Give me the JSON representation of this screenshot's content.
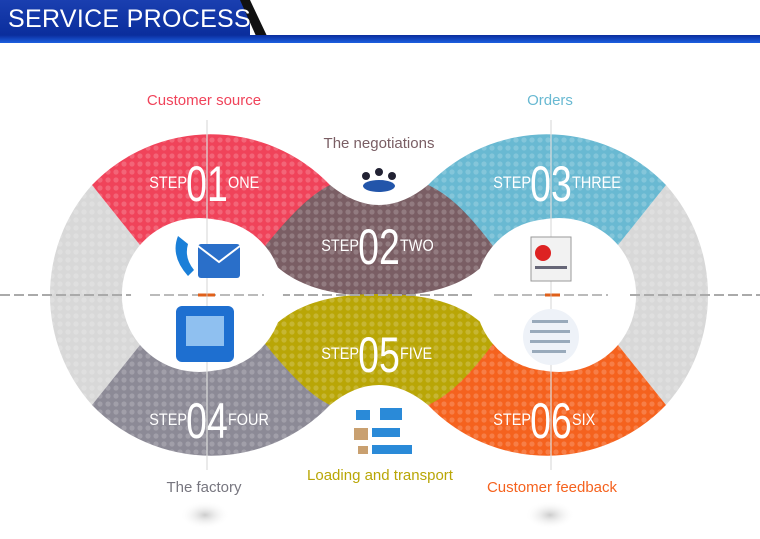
{
  "header": {
    "title": "SERVICE PROCESS"
  },
  "colors": {
    "step1": "#f0435a",
    "step2": "#7a5e64",
    "step3": "#69b9d2",
    "step4": "#8c8a96",
    "step5": "#b9a606",
    "step6": "#f5621e",
    "ring": "#d8d8d8"
  },
  "steps": [
    {
      "step": "STEP",
      "num": "01",
      "word": "ONE",
      "label": "Customer source",
      "label_color": "#f0435a",
      "icon": "phone-mail-icon"
    },
    {
      "step": "STEP",
      "num": "02",
      "word": "TWO",
      "label": "The negotiations",
      "label_color": "#7a5e64",
      "icon": "meeting-icon"
    },
    {
      "step": "STEP",
      "num": "03",
      "word": "THREE",
      "label": "Orders",
      "label_color": "#69b9d2",
      "icon": "purchase-list-icon"
    },
    {
      "step": "STEP",
      "num": "04",
      "word": "FOUR",
      "label": "The factory",
      "label_color": "#77767f",
      "icon": "factory-icon"
    },
    {
      "step": "STEP",
      "num": "05",
      "word": "FIVE",
      "label": "Loading and transport",
      "label_color": "#b9a606",
      "icon": "trucks-icon"
    },
    {
      "step": "STEP",
      "num": "06",
      "word": "SIX",
      "label": "Customer feedback",
      "label_color": "#f5621e",
      "icon": "chat-icon"
    }
  ]
}
